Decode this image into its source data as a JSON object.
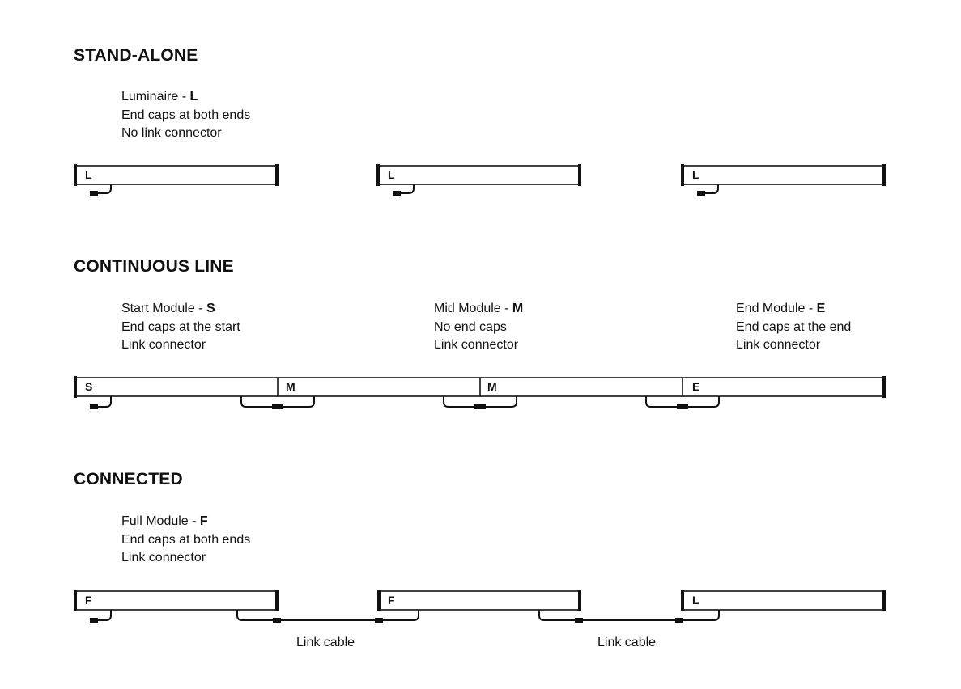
{
  "sections": {
    "standalone": {
      "title": "STAND-ALONE",
      "desc": {
        "name": "Luminaire - ",
        "code": "L",
        "line2": "End caps at both ends",
        "line3": "No link connector"
      },
      "modules": [
        "L",
        "L",
        "L"
      ]
    },
    "continuous": {
      "title": "CONTINUOUS LINE",
      "start": {
        "name": "Start Module - ",
        "code": "S",
        "line2": "End caps at the start",
        "line3": "Link connector"
      },
      "mid": {
        "name": "Mid Module - ",
        "code": "M",
        "line2": "No end caps",
        "line3": "Link connector"
      },
      "end": {
        "name": "End Module - ",
        "code": "E",
        "line2": "End caps at the end",
        "line3": "Link connector"
      },
      "modules": [
        "S",
        "M",
        "M",
        "E"
      ]
    },
    "connected": {
      "title": "CONNECTED",
      "desc": {
        "name": "Full Module - ",
        "code": "F",
        "line2": "End caps at both ends",
        "line3": "Link connector"
      },
      "modules": [
        "F",
        "F",
        "L"
      ],
      "cable_labels": [
        "Link cable",
        "Link cable"
      ]
    }
  },
  "colors": {
    "line": "#111111",
    "background": "#ffffff"
  }
}
